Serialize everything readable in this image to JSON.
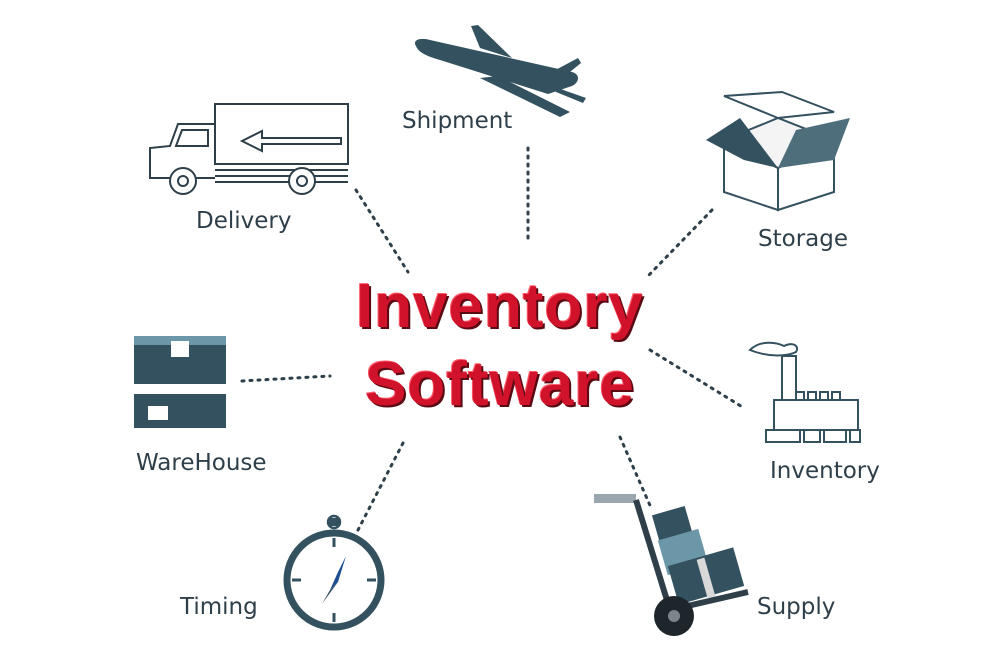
{
  "title": {
    "line1": "Inventory",
    "line2": "Software"
  },
  "nodes": {
    "shipment": {
      "label": "Shipment"
    },
    "delivery": {
      "label": "Delivery"
    },
    "storage": {
      "label": "Storage"
    },
    "warehouse": {
      "label": "WareHouse"
    },
    "inventory": {
      "label": "Inventory"
    },
    "timing": {
      "label": "Timing"
    },
    "supply": {
      "label": "Supply"
    }
  },
  "colors": {
    "title": "#d0122a",
    "icon": "#34515f",
    "icon_light": "#6c97a8",
    "text": "#2f3f4a"
  }
}
